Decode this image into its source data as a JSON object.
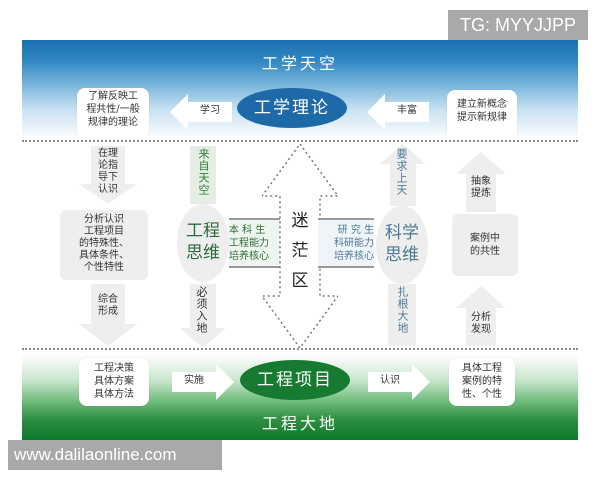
{
  "watermarks": {
    "top_right": "TG: MYYJJPP",
    "bottom_left": "www.dalilaonline.com"
  },
  "colors": {
    "sky_blue": "#1e6aa8",
    "earth_green": "#167a30",
    "arrow_gray": "#eeeeee",
    "dotted_line": "#8a8a8a"
  },
  "top": {
    "band_title": "工学天空",
    "center_ellipse": "工学理论",
    "left_card": [
      "了解反映工",
      "程共性/一般",
      "规律的理论"
    ],
    "left_arrow_label": "学习",
    "right_arrow_label": "丰富",
    "right_card": [
      "建立新概念",
      "提示新规律"
    ]
  },
  "middle": {
    "left_column": {
      "top_arrow": [
        "在理",
        "论指",
        "导下",
        "认识"
      ],
      "box": [
        "分析认识",
        "工程项目",
        "的特殊性、",
        "具体条件、",
        "个性特性"
      ],
      "bottom_arrow": [
        "综合",
        "形成"
      ]
    },
    "engineering_thinking": {
      "up_label": "来自天空",
      "ellipse": [
        "工程",
        "思维"
      ],
      "down_label": "必须入地",
      "side_box": [
        "本 科 生",
        "工程能力",
        "培养核心"
      ]
    },
    "confusion_zone": {
      "label": [
        "迷",
        "茫",
        "区"
      ]
    },
    "scientific_thinking": {
      "up_label": "要求上天",
      "ellipse": [
        "科学",
        "思维"
      ],
      "down_label": "扎根大地",
      "side_box": [
        "研 究 生",
        "科研能力",
        "培养核心"
      ]
    },
    "right_column": {
      "top_arrow": [
        "抽象",
        "提炼"
      ],
      "box": [
        "案例中",
        "的共性"
      ],
      "bottom_arrow": [
        "分析",
        "发现"
      ]
    }
  },
  "bottom": {
    "band_title": "工程大地",
    "center_ellipse": "工程项目",
    "left_card": [
      "工程决策",
      "具体方案",
      "具体方法"
    ],
    "left_arrow_label": "实施",
    "right_arrow_label": "认识",
    "right_card": [
      "具体工程",
      "案例的特",
      "性、个性"
    ]
  }
}
